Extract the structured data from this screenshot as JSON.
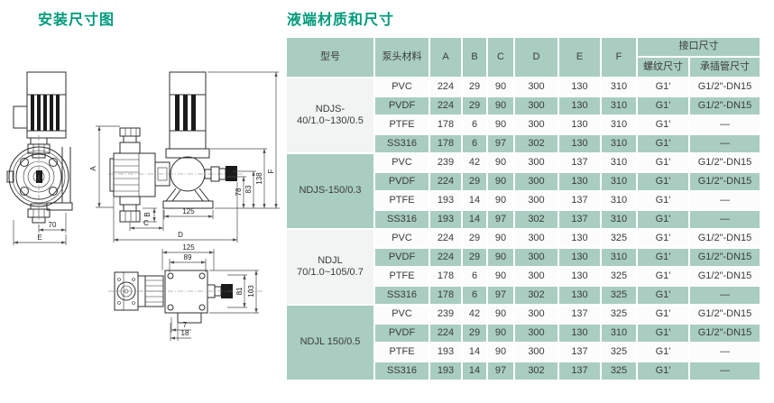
{
  "sections": {
    "left_title": "安装尺寸图",
    "right_title": "液端材质和尺寸"
  },
  "colors": {
    "accent": "#009a7c",
    "table_green": "#a9cdc1",
    "row_white": "#fbfcfb",
    "model_white": "#f1f4f2",
    "text": "#3b3b3b",
    "line": "#2e2e2e"
  },
  "diagram": {
    "labels": {
      "A": "A",
      "B": "B",
      "C": "C",
      "D": "D",
      "E": "E",
      "F": "F",
      "front_width": "70",
      "base_width": "125",
      "top_width": "125",
      "d89": "89",
      "d78": "78",
      "d83": "83",
      "d138": "138",
      "d81": "81",
      "d103": "103",
      "d7": "7",
      "d18": "18"
    }
  },
  "table": {
    "headers": {
      "model": "型号",
      "material": "泵头材料",
      "dims": [
        "A",
        "B",
        "C",
        "D",
        "E",
        "F"
      ],
      "interface": "接口尺寸",
      "thread": "螺纹尺寸",
      "socket": "承插管尺寸"
    },
    "groups": [
      {
        "model_lines": [
          "NDJS-",
          "40/1.0~130/0.5"
        ],
        "rows": [
          {
            "material": "PVC",
            "values": [
              "224",
              "29",
              "90",
              "300",
              "130",
              "310"
            ],
            "thread": "G1'",
            "socket": "G1/2\"-DN15"
          },
          {
            "material": "PVDF",
            "values": [
              "224",
              "29",
              "90",
              "300",
              "130",
              "310"
            ],
            "thread": "G1'",
            "socket": "G1/2\"-DN15"
          },
          {
            "material": "PTFE",
            "values": [
              "178",
              "6",
              "90",
              "300",
              "130",
              "310"
            ],
            "thread": "G1'",
            "socket": "—"
          },
          {
            "material": "SS316",
            "values": [
              "178",
              "6",
              "97",
              "302",
              "130",
              "310"
            ],
            "thread": "G1'",
            "socket": "—"
          }
        ]
      },
      {
        "model_lines": [
          "NDJS-150/0.3"
        ],
        "rows": [
          {
            "material": "PVC",
            "values": [
              "239",
              "42",
              "90",
              "300",
              "137",
              "310"
            ],
            "thread": "G1'",
            "socket": "G1/2\"-DN15"
          },
          {
            "material": "PVDF",
            "values": [
              "224",
              "29",
              "90",
              "300",
              "130",
              "310"
            ],
            "thread": "G1'",
            "socket": "G1/2\"-DN15"
          },
          {
            "material": "PTFE",
            "values": [
              "193",
              "14",
              "90",
              "300",
              "137",
              "310"
            ],
            "thread": "G1'",
            "socket": "—"
          },
          {
            "material": "SS316",
            "values": [
              "193",
              "14",
              "97",
              "302",
              "137",
              "310"
            ],
            "thread": "G1'",
            "socket": "—"
          }
        ]
      },
      {
        "model_lines": [
          "NDJL",
          "70/1.0~105/0.7"
        ],
        "rows": [
          {
            "material": "PVC",
            "values": [
              "224",
              "29",
              "90",
              "300",
              "130",
              "325"
            ],
            "thread": "G1'",
            "socket": "G1/2\"-DN15"
          },
          {
            "material": "PVDF",
            "values": [
              "224",
              "29",
              "90",
              "300",
              "130",
              "310"
            ],
            "thread": "G1'",
            "socket": "G1/2\"-DN15"
          },
          {
            "material": "PTFE",
            "values": [
              "178",
              "6",
              "90",
              "300",
              "130",
              "325"
            ],
            "thread": "G1'",
            "socket": "G1/2\"-DN15"
          },
          {
            "material": "SS316",
            "values": [
              "178",
              "6",
              "97",
              "302",
              "130",
              "325"
            ],
            "thread": "G1'",
            "socket": "—"
          }
        ]
      },
      {
        "model_lines": [
          "NDJL 150/0.5"
        ],
        "rows": [
          {
            "material": "PVC",
            "values": [
              "239",
              "42",
              "90",
              "300",
              "137",
              "325"
            ],
            "thread": "G1'",
            "socket": "G1/2\"-DN15"
          },
          {
            "material": "PVDF",
            "values": [
              "224",
              "29",
              "90",
              "300",
              "130",
              "310"
            ],
            "thread": "G1'",
            "socket": "G1/2\"-DN15"
          },
          {
            "material": "PTFE",
            "values": [
              "193",
              "14",
              "90",
              "300",
              "137",
              "325"
            ],
            "thread": "G1'",
            "socket": "—"
          },
          {
            "material": "SS316",
            "values": [
              "193",
              "14",
              "97",
              "302",
              "137",
              "325"
            ],
            "thread": "G1'",
            "socket": "—"
          }
        ]
      }
    ]
  }
}
